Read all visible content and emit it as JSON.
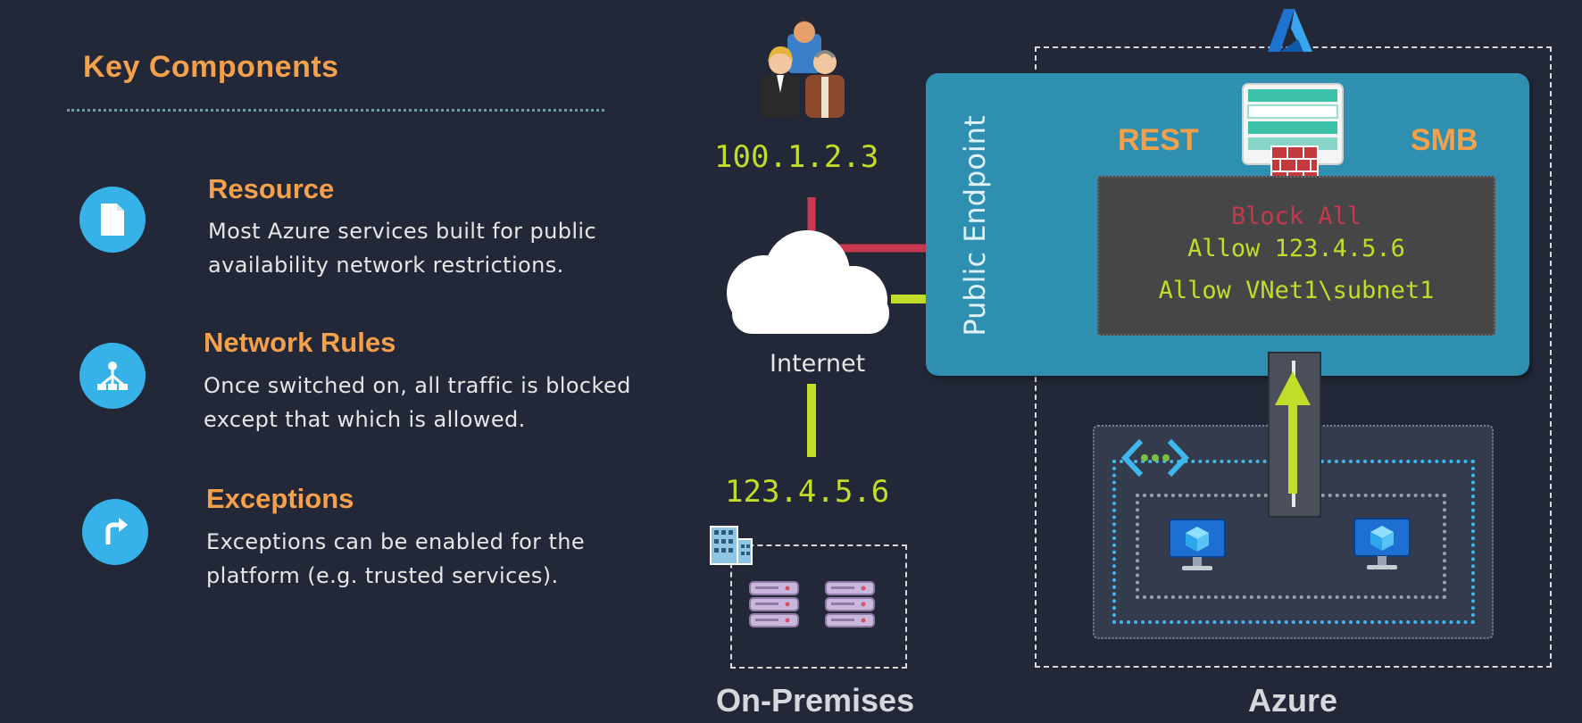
{
  "left": {
    "title": "Key Components",
    "components": [
      {
        "name": "Resource",
        "description": "Most Azure services built for public availability network restrictions.",
        "icon": "document-icon"
      },
      {
        "name": "Network Rules",
        "description": "Once switched on, all traffic is blocked except that which is allowed.",
        "icon": "network-tree-icon"
      },
      {
        "name": "Exceptions",
        "description": "Exceptions can be enabled for the platform (e.g. trusted services).",
        "icon": "turn-right-arrow-icon"
      }
    ]
  },
  "diagram": {
    "ip_users": "100.1.2.3",
    "ip_onprem": "123.4.5.6",
    "internet_label": "Internet",
    "public_endpoint_label": "Public Endpoint",
    "protocol_left": "REST",
    "protocol_right": "SMB",
    "rules": [
      {
        "text": "Block All",
        "color": "#c8384f"
      },
      {
        "text": "Allow 123.4.5.6",
        "color": "#c2dc2a"
      },
      {
        "text": "Allow VNet1\\subnet1",
        "color": "#c2dc2a"
      }
    ],
    "onprem_label": "On-Premises",
    "azure_label": "Azure"
  },
  "colors": {
    "accent_orange": "#f5a04a",
    "allow_green": "#c2dc2a",
    "block_red": "#c8384f",
    "endpoint_blue": "#2f8fb0",
    "icon_blue": "#36b2e8"
  }
}
